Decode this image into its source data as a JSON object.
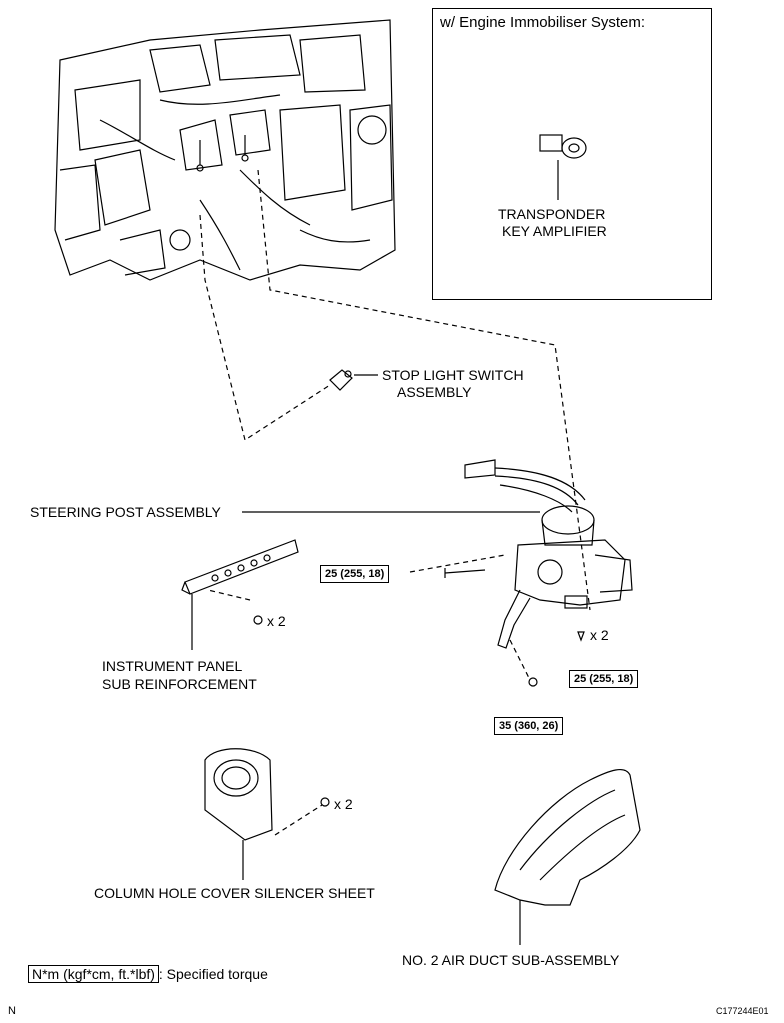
{
  "inset": {
    "title": "w/ Engine Immobiliser System:",
    "part_line1": "TRANSPONDER",
    "part_line2": "KEY AMPLIFIER"
  },
  "labels": {
    "stop_light_1": "STOP LIGHT SWITCH",
    "stop_light_2": "ASSEMBLY",
    "steering_post": "STEERING POST ASSEMBLY",
    "instrument_panel_1": "INSTRUMENT PANEL",
    "instrument_panel_2": "SUB REINFORCEMENT",
    "column_hole": "COLUMN HOLE COVER SILENCER SHEET",
    "air_duct": "NO. 2 AIR DUCT SUB-ASSEMBLY"
  },
  "torques": {
    "bolt_left": "25 (255, 18)",
    "bolt_right": "25 (255, 18)",
    "bolt_bottom": "35 (360, 26)"
  },
  "quantities": {
    "screw_panel": "x 2",
    "bolt_right": "x 2",
    "nut_cover": "x 2"
  },
  "legend": {
    "unit": "N*m (kgf*cm, ft.*lbf)",
    "desc": ": Specified torque"
  },
  "footer": {
    "left": "N",
    "right": "C177244E01"
  }
}
